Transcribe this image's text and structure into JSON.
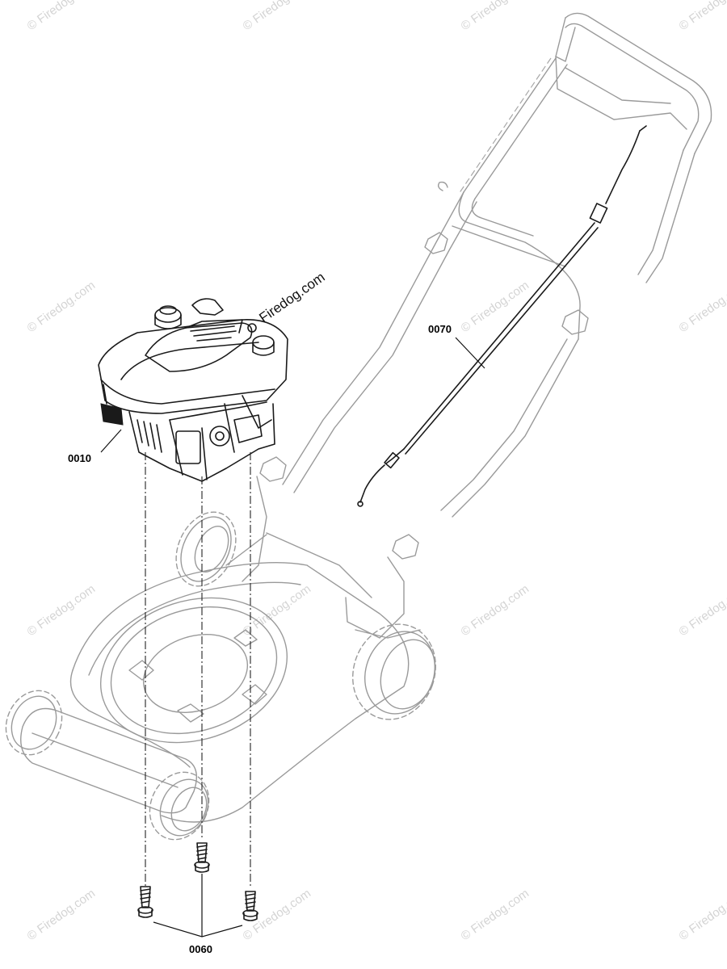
{
  "watermark": "© Firedog.com",
  "brand_label": "Firedog.com",
  "callouts": {
    "engine": "0010",
    "cable": "0070",
    "screws": "0060"
  }
}
